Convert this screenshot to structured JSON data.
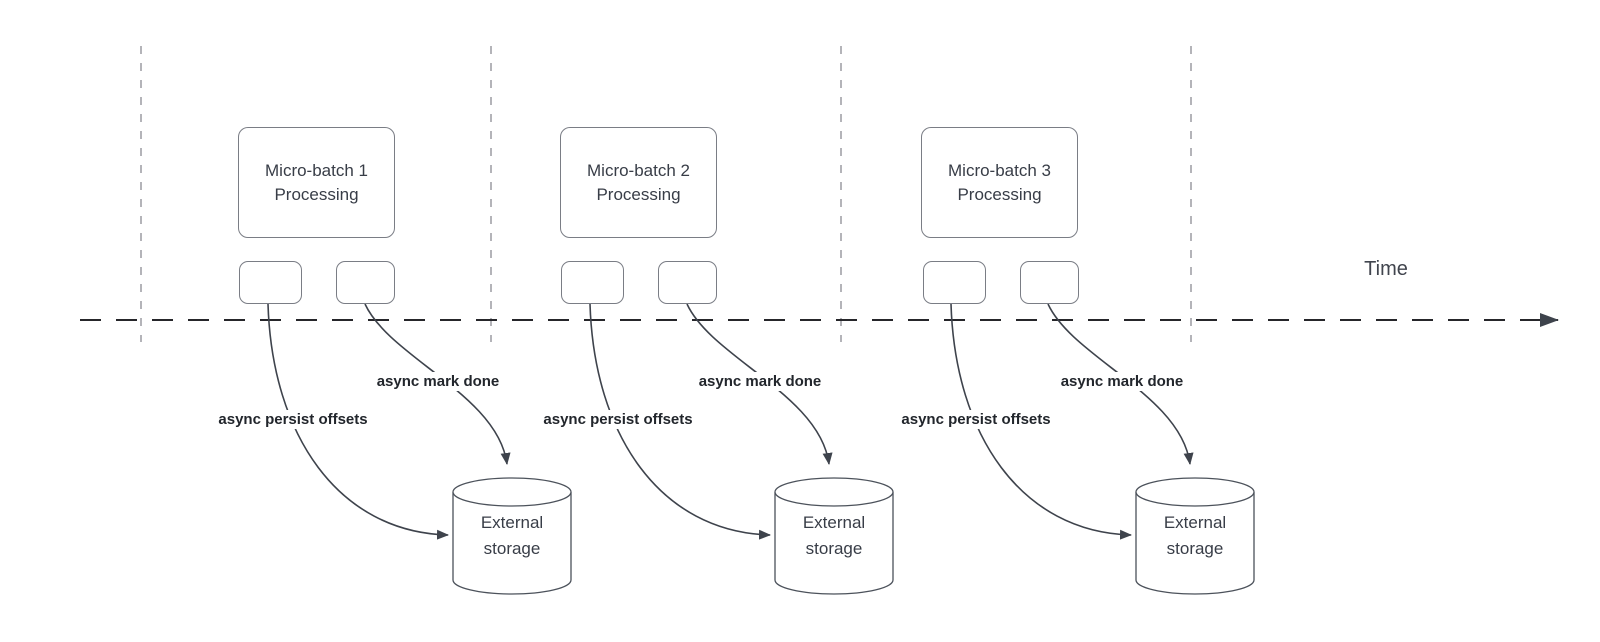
{
  "time_axis": {
    "label": "Time"
  },
  "batches": [
    {
      "title_line1": "Micro-batch 1",
      "title_line2": "Processing",
      "persist_label": "async persist offsets",
      "mark_done_label": "async mark done",
      "storage_line1": "External",
      "storage_line2": "storage"
    },
    {
      "title_line1": "Micro-batch 2",
      "title_line2": "Processing",
      "persist_label": "async persist offsets",
      "mark_done_label": "async mark done",
      "storage_line1": "External",
      "storage_line2": "storage"
    },
    {
      "title_line1": "Micro-batch 3",
      "title_line2": "Processing",
      "persist_label": "async persist offsets",
      "mark_done_label": "async mark done",
      "storage_line1": "External",
      "storage_line2": "storage"
    }
  ],
  "colors": {
    "gridline_stroke": "#9c9ca2",
    "timeline_stroke": "#26262a",
    "arrow_stroke": "#3e434c",
    "shape_stroke": "#7a7d85",
    "cylinder_stroke": "#4c525b",
    "text": "#383d47",
    "label_text": "#22262c",
    "time_text": "#41454e",
    "canvas_bg": "#ffffff"
  }
}
